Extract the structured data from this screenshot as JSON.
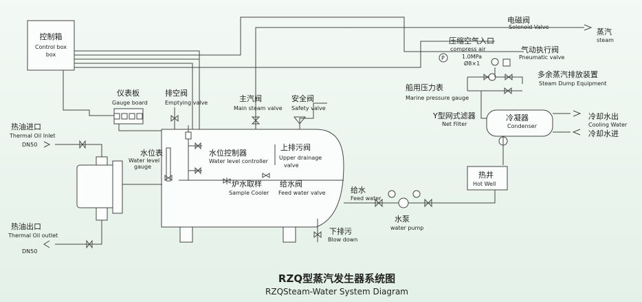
{
  "labels": {
    "control_box_zh": "控制箱",
    "control_box_en": "Control box",
    "gauge_board_zh": "仪表板",
    "gauge_board_en": "Gauge board",
    "emptying_valve_zh": "排空阀",
    "emptying_valve_en": "Emptying valve",
    "main_steam_valve_zh": "主汽阀",
    "main_steam_valve_en": "Main steam valve",
    "safety_valve_zh": "安全阀",
    "safety_valve_en": "Safety valve",
    "solenoid_valve_zh": "电磁阀",
    "solenoid_valve_en": "Solenoid Valve",
    "compress_air_zh": "压缩空气入口",
    "compress_air_en": "compress air",
    "compress_air_spec1": "1.0MPa",
    "compress_air_spec2": "Ø8×1",
    "pneumatic_valve_zh": "气动执行阀",
    "pneumatic_valve_en": "Pneumatic valve",
    "steam_zh": "蒸汽",
    "steam_en": "steam",
    "steam_dump_zh": "多余蒸汽排放装置",
    "steam_dump_en": "Steam Dump Equipment",
    "marine_gauge_zh": "船用压力表",
    "marine_gauge_en": "Marine pressure gauge",
    "net_filter_zh": "Y型网式滤器",
    "net_filter_en": "Net Filter",
    "condenser_zh": "冷凝器",
    "condenser_en": "Condenser",
    "cooling_out_zh": "冷却水出",
    "cooling_out_en": "Cooling Water",
    "cooling_in_zh": "冷却水进",
    "hot_well_zh": "热井",
    "hot_well_en": "Hot Well",
    "thermal_inlet_zh": "热油进口",
    "thermal_inlet_en": "Thermal Oil Inlet",
    "dn50_inlet": "DN50",
    "thermal_outlet_zh": "热油出口",
    "thermal_outlet_en": "Thermal Oil outlet",
    "dn50_outlet": "DN50",
    "level_gauge_zh": "水位表",
    "level_gauge_en1": "Water level",
    "level_gauge_en2": "gauge",
    "level_ctrl_zh": "水位控制器",
    "level_ctrl_en": "Water level controller",
    "upper_drain_zh": "上排污阀",
    "upper_drain_en1": "Upper drainage",
    "upper_drain_en2": "valve",
    "sample_cooler_zh": "炉水取样",
    "sample_cooler_en": "Sample Cooler",
    "feed_valve_zh": "给水阀",
    "feed_valve_en": "Feed water valve",
    "feed_water_zh": "给水",
    "feed_water_en": "Feed water",
    "water_pump_zh": "水泵",
    "water_pump_en": "water pump",
    "blow_down_zh": "下排污",
    "blow_down_en": "Blow down",
    "pressure_symbol": "P"
  },
  "title": {
    "zh": "RZQ型蒸汽发生器系统图",
    "en": "RZQSteam-Water System Diagram"
  }
}
